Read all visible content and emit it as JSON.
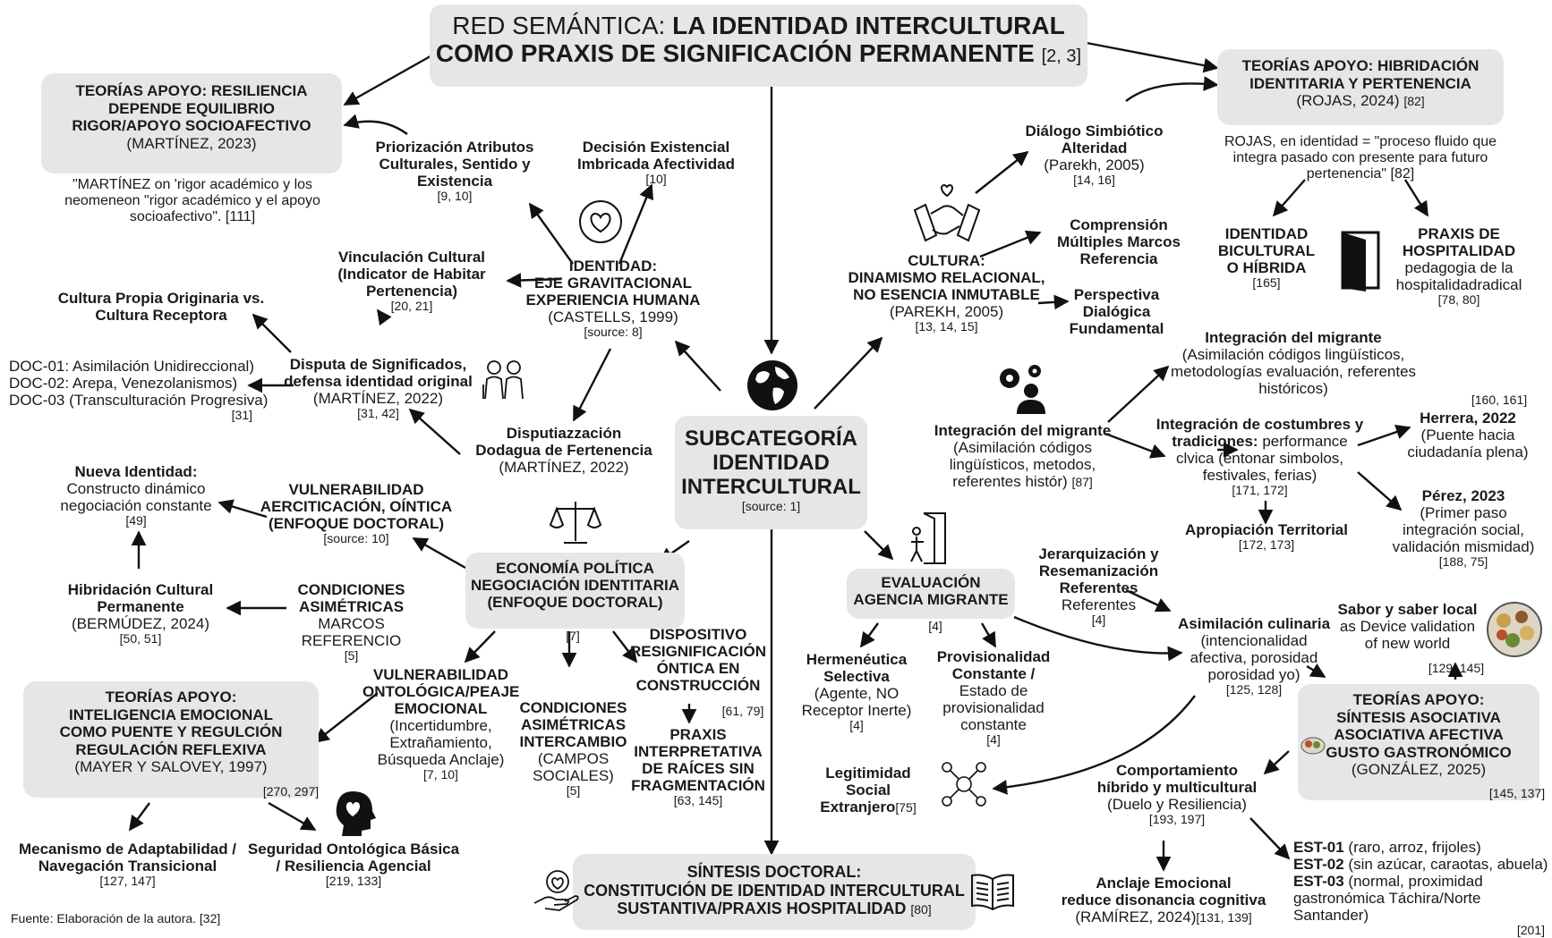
{
  "title": {
    "line1_normal": "RED SEMÁNTICA: ",
    "line1_bold": "LA IDENTIDAD INTERCULTURAL",
    "line2_bold": "COMO PRAXIS DE SIGNIFICACIÓN PERMANENTE",
    "ref": "[2, 3]"
  },
  "center": {
    "line1": "SUBCATEGORÍA",
    "line2": "IDENTIDAD",
    "line3": "INTERCULTURAL",
    "ref": "[source: 1]"
  },
  "resiliencia": {
    "l1": "TEORÍAS APOYO: RESILIENCIA",
    "l2": "DEPENDE EQUILIBRIO",
    "l3": "RIGOR/APOYO SOCIOAFECTIVO",
    "cite": "(MARTÍNEZ, 2023)"
  },
  "resiliencia_quote": {
    "l1": "\"MARTÍNEZ on 'rigor académico y los",
    "l2": "neomeneon \"rigor académico y el apoyo",
    "l3": "socioafectivo\". [111]"
  },
  "priorizacion": {
    "l1": "Priorización Atributos",
    "l2": "Culturales, Sentido y",
    "l3": "Existencia",
    "ref": "[9, 10]"
  },
  "decision": {
    "l1": "Decisión Existencial",
    "l2": "Imbricada Afectividad",
    "ref": "[10]"
  },
  "identidad": {
    "l1": "IDENTIDAD:",
    "l2": "EJE GRAVITACIONAL",
    "l3": "EXPERIENCIA HUMANA",
    "cite": "(CASTELLS, 1999)",
    "ref": "[source: 8]"
  },
  "vinculacion": {
    "l1": "Vinculación Cultural",
    "l2": "(Indicator de Habitar",
    "l3": "Pertenencia)",
    "ref": "[20, 21]"
  },
  "cultura_propia": {
    "l1": "Cultura Propia Originaria vs.",
    "l2": "Cultura Receptora"
  },
  "disputa": {
    "l1": "Disputa de Significados,",
    "l2": "defensa identidad original",
    "cite": "(MARTÍNEZ, 2022)",
    "ref": "[31, 42]"
  },
  "docs": {
    "l1": "DOC-01: Asimilación Unidireccional)",
    "l2": "DOC-02: Arepa, Venezolanismos)",
    "l3": "DOC-03 (Transculturación Progresiva)",
    "ref": "[31]"
  },
  "disputiazz": {
    "l1": "Disputiazzación",
    "l2": "Dodagua de Fertenencia",
    "cite": "(MARTÍNEZ, 2022)"
  },
  "nueva": {
    "l1": "Nueva Identidad:",
    "l2": "Constructo dinámico",
    "l3": "negociación constante",
    "ref": "[49]"
  },
  "vulner_aerc": {
    "l1": "VULNERABILIDAD",
    "l2": "AERCITICACIÓN, OÍNTICA",
    "l3": "(ENFOQUE DOCTORAL)",
    "ref": "[source: 10]"
  },
  "hibridacion_perm": {
    "l1": "Hibridación Cultural",
    "l2": "Permanente",
    "cite": "(BERMÚDEZ, 2024)",
    "ref": "[50, 51]"
  },
  "condiciones": {
    "l1": "CONDICIONES",
    "l2": "ASIMÉTRICAS",
    "l3": "MARCOS REFERENCIO",
    "ref": "[5]"
  },
  "economia": {
    "l1": "ECONOMÍA POLÍTICA",
    "l2": "NEGOCIACIÓN IDENTITARIA",
    "l3": "(ENFOQUE DOCTORAL)",
    "ref": "[7]"
  },
  "inteligencia": {
    "l1": "TEORÍAS APOYO:",
    "l2": "INTELIGENCIA EMOCIONAL",
    "l3": "COMO PUENTE Y REGULCIÓN",
    "l4": "REGULACIÓN REFLEXIVA",
    "cite": "(MAYER Y SALOVEY, 1997)",
    "ref": "[270, 297]"
  },
  "vulner_onto": {
    "l1": "VULNERABILIDAD",
    "l2": "ONTOLÓGICA/PEAJE",
    "l3": "EMOCIONAL",
    "l4": "(Incertidumbre,",
    "l5": "Extrañamiento,",
    "l6": "Búsqueda Anclaje)",
    "ref": "[7, 10]"
  },
  "cond_inter": {
    "l1": "CONDICIONES",
    "l2": "ASIMÉTRICAS",
    "l3": "INTERCAMBIO",
    "l4": "(CAMPOS",
    "l5": "SOCIALES)",
    "ref": "[5]"
  },
  "dispositivo": {
    "l1": "DISPOSITIVO",
    "l2": "RESIGNIFICACIÓN",
    "l3": "ÓNTICA EN",
    "l4": "CONSTRUCCIÓN",
    "ref": "[61, 79]"
  },
  "praxis_interp": {
    "l1": "PRAXIS",
    "l2": "INTERPRETATIVA",
    "l3": "DE RAÍCES SIN",
    "l4": "FRAGMENTACIÓN",
    "ref": "[63, 145]"
  },
  "mecanismo": {
    "l1": "Mecanismo de Adaptabilidad /",
    "l2": "Navegación Transicional",
    "ref": "[127, 147]"
  },
  "seguridad": {
    "l1": "Seguridad Ontológica Básica",
    "l2": "/ Resiliencia Agencial",
    "ref": "[219, 133]"
  },
  "fuente": "Fuente: Elaboración de la autora. [32]",
  "sintesis": {
    "l1": "SÍNTESIS DOCTORAL:",
    "l2": "CONSTITUCIÓN DE IDENTIDAD INTERCULTURAL",
    "l3": "SUSTANTIVA/PRAXIS HOSPITALIDAD",
    "ref": "[80]"
  },
  "dialogo": {
    "l1": "Diálogo Simbiótico",
    "l2": "Alteridad",
    "cite": "(Parekh, 2005)",
    "ref": "[14, 16]"
  },
  "comprension": {
    "l1": "Comprensión",
    "l2": "Múltiples Marcos",
    "l3": "Referencia"
  },
  "perspectiva": {
    "l1": "Perspectiva",
    "l2": "Dialógica",
    "l3": "Fundamental"
  },
  "cultura": {
    "l1": "CULTURA:",
    "l2": "DINAMISMO RELACIONAL,",
    "l3": "NO ESENCIA INMUTABLE",
    "cite": "(PAREKH, 2005)",
    "ref": "[13, 14, 15]"
  },
  "hibrid_pert": {
    "l1": "TEORÍAS APOYO: HIBRIDACIÓN",
    "l2": "IDENTITARIA Y PERTENENCIA",
    "cite": "(ROJAS, 2024)",
    "ref": "[82]"
  },
  "rojas_quote": {
    "l1": "ROJAS, en identidad = \"proceso fluido que",
    "l2": "integra pasado con presente para futuro",
    "l3": "pertenencia\" [82]"
  },
  "bicultural": {
    "l1": "IDENTIDAD",
    "l2": "BICULTURAL",
    "l3": "O HÍBRIDA",
    "ref": "[165]"
  },
  "praxis_hosp": {
    "l1": "PRAXIS DE",
    "l2": "HOSPITALIDAD",
    "l3": "pedagogia de la",
    "l4": "hospitalidadradical",
    "ref": "[78, 80]"
  },
  "integ_top": {
    "l1": "Integración del migrante",
    "l2": "(Asimilación códigos lingüísticos,",
    "l3": "metodologías evaluación, referentes",
    "l4": "históricos)"
  },
  "integ_mid": {
    "l1": "Integración del migrante",
    "l2": "(Asimilación códigos",
    "l3": "lingüísticos, metodos,",
    "l4": "referentes histór)",
    "ref": "[87]"
  },
  "costumbres": {
    "l1": "Integración de costumbres y",
    "l2a": "tradiciones:",
    "l2b": " performance",
    "l3": "clvica (entonar simbolos,",
    "l4": "festivales, ferias)",
    "ref": "[171, 172]"
  },
  "refs_160": "[160, 161]",
  "herrera": {
    "l1": "Herrera, 2022",
    "l2": "(Puente hacia",
    "l3": "ciudadanía plena)"
  },
  "perez": {
    "l1": "Pérez, 2023",
    "l2": "(Primer paso",
    "l3": "integración social,",
    "l4": "validación mismidad)",
    "ref": "[188, 75]"
  },
  "apropiacion": {
    "l1": "Apropiación Territorial",
    "ref": "[172, 173]"
  },
  "evaluacion": {
    "l1": "EVALUACIÓN",
    "l2": "AGENCIA MIGRANTE",
    "ref": "[4]"
  },
  "jerarq": {
    "l1": "Jerarquización y",
    "l2": "Resemanización",
    "l3": "Referentes",
    "l4": "Referentes",
    "ref": "[4]"
  },
  "hermen": {
    "l1": "Hermenéutica",
    "l2": "Selectiva",
    "l3": "(Agente, NO",
    "l4": "Receptor Inerte)",
    "ref": "[4]"
  },
  "provis": {
    "l1": "Provisionalidad",
    "l2": "Constante /",
    "l3": "Estado de",
    "l4": "provisionalidad",
    "l5": "constante",
    "ref": "[4]"
  },
  "asim_cul": {
    "l1": "Asimilación culinaria",
    "l2": "(intencionalidad",
    "l3": "afectiva, porosidad",
    "l4": "porosidad yo)",
    "ref": "[125, 128]"
  },
  "sabor": {
    "l1": "Sabor y saber local",
    "l2": "as Device validation",
    "l3": "of new world",
    "ref": "[129, 145]"
  },
  "legitimidad": {
    "l1": "Legitimidad Social",
    "l2": "Extranjero",
    "ref": "[75]"
  },
  "sintesis_asoc": {
    "l1": "TEORÍAS APOYO:",
    "l2": "SÍNTESIS ASOCIATIVA",
    "l3": "ASOCIATIVA AFECTIVA",
    "l4": "GUSTO GASTRONÓMICO",
    "cite": "(GONZÁLEZ, 2025)",
    "ref": "[145, 137]"
  },
  "comport": {
    "l1": "Comportamiento",
    "l2": "híbrido y multicultural",
    "l3": "(Duelo y Resiliencia)",
    "ref": "[193, 197]"
  },
  "anclaje": {
    "l1": "Anclaje Emocional",
    "l2": "reduce disonancia cognitiva",
    "cite": "(RAMÍREZ, 2024)",
    "ref": "[131, 139]"
  },
  "est": {
    "e1": "EST-01",
    "e1t": " (raro, arroz, frijoles)",
    "e2": "EST-02",
    "e2t": " (sin azúcar, caraotas, abuela)",
    "e3": "EST-03",
    "e3t": " (normal, proximidad",
    "e4": "gastronómica Táchira/Norte Santander)",
    "ref": "[201]"
  },
  "colors": {
    "box_fill": "#e6e6e6",
    "ink": "#1a1a1a",
    "background": "#ffffff"
  }
}
